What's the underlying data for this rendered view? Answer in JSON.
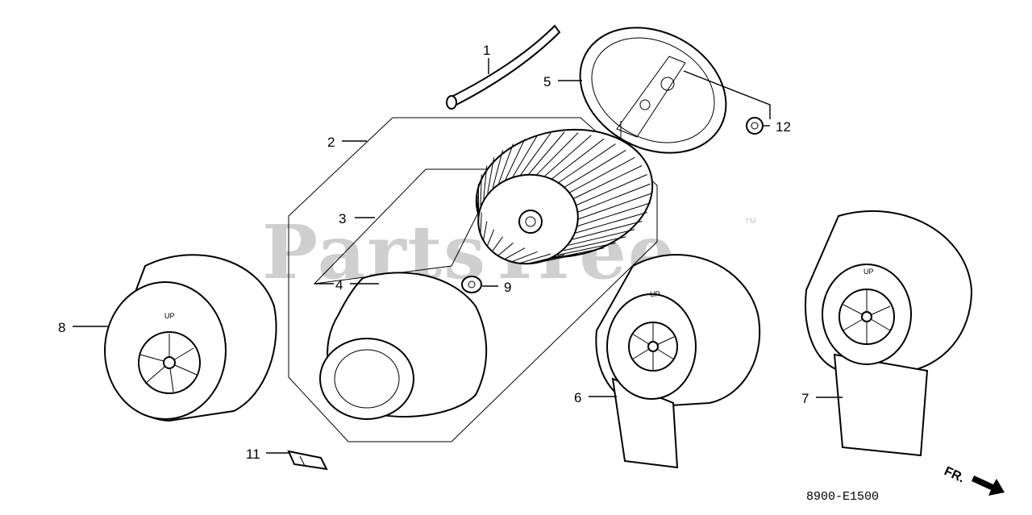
{
  "watermark": {
    "text": "PartsTree",
    "trademark": "™"
  },
  "callouts": [
    {
      "id": "1",
      "part": "tube"
    },
    {
      "id": "2",
      "part": "air-cleaner-assembly"
    },
    {
      "id": "3",
      "part": "air-filter-element"
    },
    {
      "id": "4",
      "part": "foam-pre-filter"
    },
    {
      "id": "5",
      "part": "air-cleaner-case"
    },
    {
      "id": "6",
      "part": "air-cleaner-cover-snorkel"
    },
    {
      "id": "7",
      "part": "air-cleaner-cover-snorkel-alt"
    },
    {
      "id": "8",
      "part": "air-cleaner-cover"
    },
    {
      "id": "9",
      "part": "wing-nut"
    },
    {
      "id": "11",
      "part": "clip"
    },
    {
      "id": "12",
      "part": "flange-nut"
    }
  ],
  "cover_marking": "UP",
  "direction_label": "FR.",
  "diagram_code": "8900-E1500"
}
